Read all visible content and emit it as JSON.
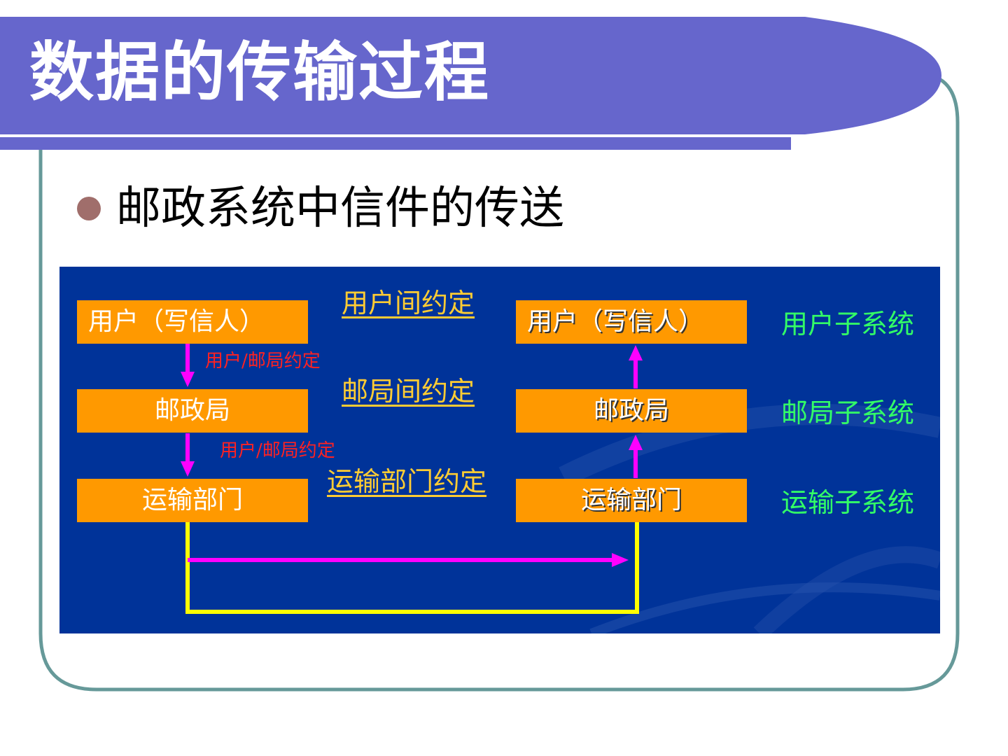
{
  "title": "数据的传输过程",
  "bullet": "邮政系统中信件的传送",
  "diagram": {
    "left_stack": [
      "用户（写信人）",
      "邮政局",
      "运输部门"
    ],
    "right_stack": [
      "用户（写信人）",
      "邮政局",
      "运输部门"
    ],
    "peer_protocols": [
      "用户间约定",
      "邮局间约定",
      "运输部门约定"
    ],
    "layer_protocols": [
      "用户/邮局约定",
      "用户/邮局约定"
    ],
    "subsystems": [
      "用户子系统",
      "邮局子系统",
      "运输子系统"
    ]
  },
  "colors": {
    "title_band": "#6666cc",
    "frame": "#669999",
    "diagram_bg": "#003399",
    "box_fill": "#ff9900",
    "peer_protocol_text": "#ffcc33",
    "layer_protocol_text": "#ff2222",
    "subsystem_text": "#33ff66",
    "vertical_arrow": "#ff00ff",
    "transport_path": "#ffff00"
  }
}
